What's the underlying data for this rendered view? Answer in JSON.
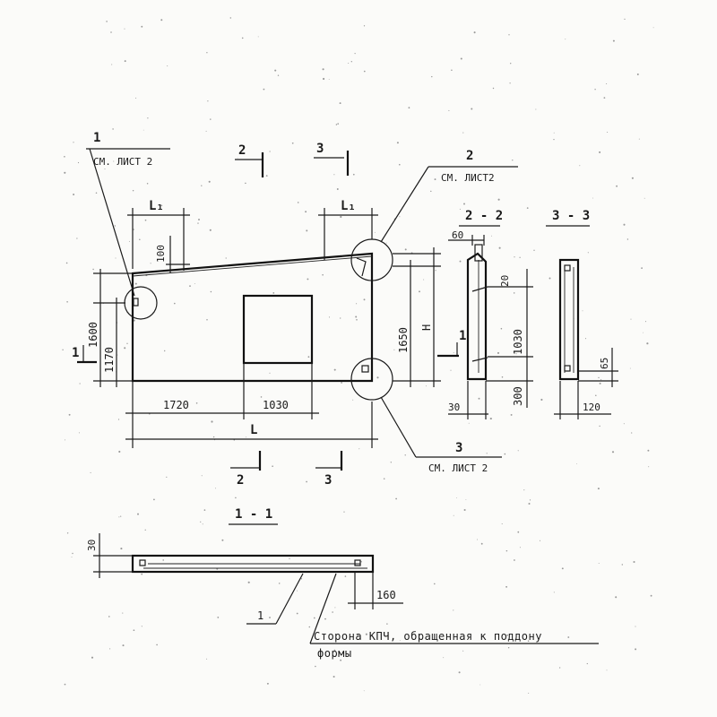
{
  "callouts": {
    "c1": {
      "num": "1",
      "ref": "СМ. ЛИСТ 2"
    },
    "c2": {
      "num": "2",
      "ref": "СМ. ЛИСТ2"
    },
    "c3": {
      "num": "3",
      "ref": "СМ. ЛИСТ 2"
    }
  },
  "cuts": {
    "top_2": "2",
    "top_3": "3",
    "bottom_2": "2",
    "bottom_3": "3",
    "side_1": "1",
    "right_1": "1"
  },
  "elevation_dims": {
    "l1_left": "L₁",
    "l1_right": "L₁",
    "slope_100": "100",
    "h1600": "1600",
    "h1170": "1170",
    "h1650": "1650",
    "h_letter": "H",
    "w1720": "1720",
    "w1030": "1030",
    "l_total": "L"
  },
  "section_2_2": {
    "title": "2 - 2",
    "d60": "60",
    "d20": "20",
    "d1030": "1030",
    "d300": "300",
    "d30": "30"
  },
  "section_3_3": {
    "title": "3 - 3",
    "d65": "65",
    "d120": "120"
  },
  "section_1_1": {
    "title": "1 - 1",
    "d30": "30",
    "d160": "160",
    "leader_num": "1",
    "note_line1": "Сторона КПЧ, обращенная к поддону",
    "note_line2": "формы"
  }
}
